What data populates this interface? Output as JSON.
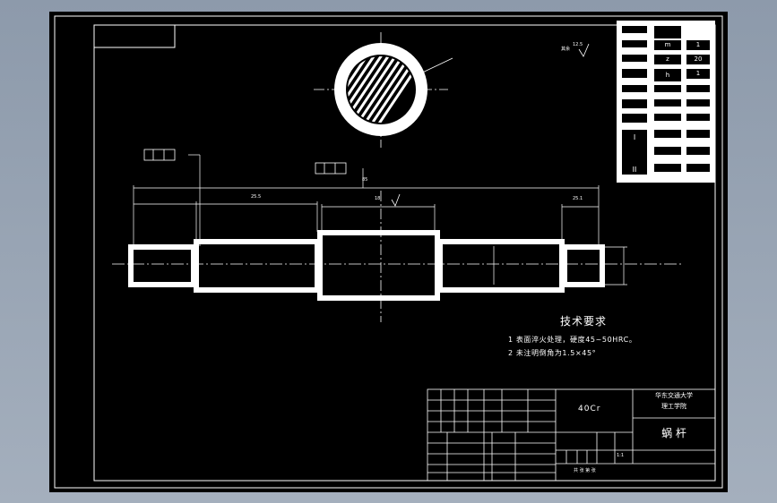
{
  "title_block": {
    "material": "40Cr",
    "school_line1": "华东交通大学",
    "school_line2": "理工学院",
    "part_name": "蜗 杆",
    "scale_value": "1:1",
    "sheet_info": "共 张 第 张"
  },
  "technical_requirements": {
    "heading": "技术要求",
    "items": [
      "1 表面淬火处理，硬度45~50HRC。",
      "2 未注明倒角为1.5×45°"
    ]
  },
  "parameter_table": {
    "rows": [
      [
        "",
        "m",
        "1"
      ],
      [
        "",
        "z",
        "20"
      ],
      [
        "",
        "h",
        "1"
      ],
      [
        "",
        "",
        ""
      ],
      [
        "",
        "",
        ""
      ],
      [
        "",
        "",
        ""
      ]
    ],
    "group_labels": [
      "I",
      "II"
    ]
  },
  "dimensions": {
    "overall_length": "85",
    "seg_left": "25.5",
    "seg_mid": "18",
    "seg_right": "25.1"
  },
  "surface_finish": {
    "label": "其余",
    "value": "12.5"
  }
}
